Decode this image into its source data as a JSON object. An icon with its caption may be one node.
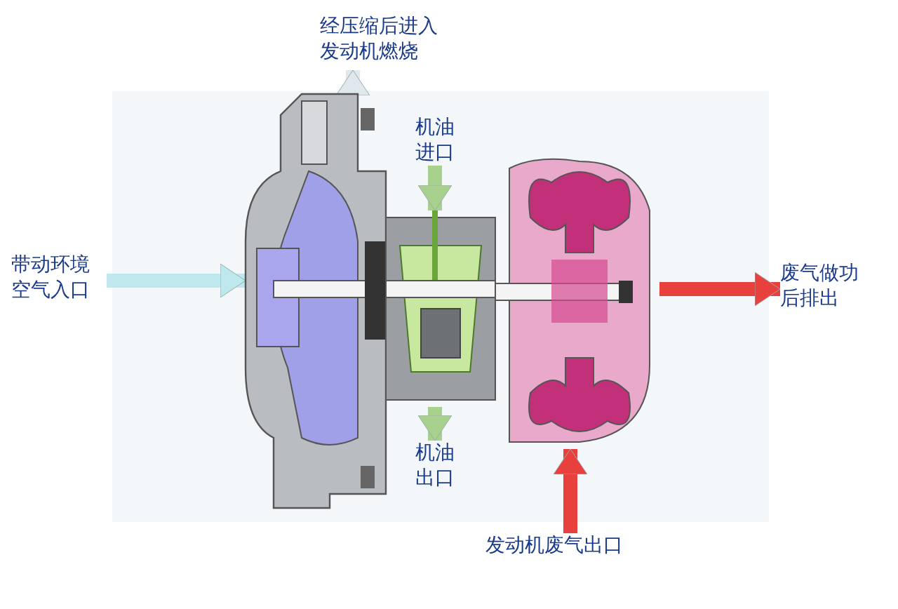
{
  "diagram": {
    "nodes": [
      {
        "text": [],
        "shape": "picture"
      },
      {
        "text": [],
        "shape": "picture"
      },
      {
        "text": [],
        "shape": "picture"
      },
      {
        "text": [
          "经压缩后进入发动机燃烧"
        ]
      },
      {
        "text": [
          "机油进口"
        ]
      },
      {
        "text": [
          "带动环境空气入口"
        ]
      },
      {
        "text": [
          "废气做功后排出"
        ]
      },
      {
        "text": [
          "机油出口"
        ]
      },
      {
        "text": [
          "发动机废气出口"
        ]
      }
    ],
    "edges": [
      {
        "from": 0,
        "to": 3,
        "arrow": "to",
        "color": "#dfe8ec"
      },
      {
        "from": 4,
        "to": 1,
        "arrow": "to",
        "color": "#a9d18e"
      },
      {
        "from": 5,
        "to": 0,
        "arrow": "to",
        "color": "#bfe7ee"
      },
      {
        "from": 2,
        "to": 6,
        "arrow": "to",
        "color": "#e8403c"
      },
      {
        "from": 1,
        "to": 7,
        "arrow": "to",
        "color": "#a9d18e"
      },
      {
        "from": 8,
        "to": 2,
        "arrow": "to",
        "color": "#e8403c"
      }
    ]
  }
}
